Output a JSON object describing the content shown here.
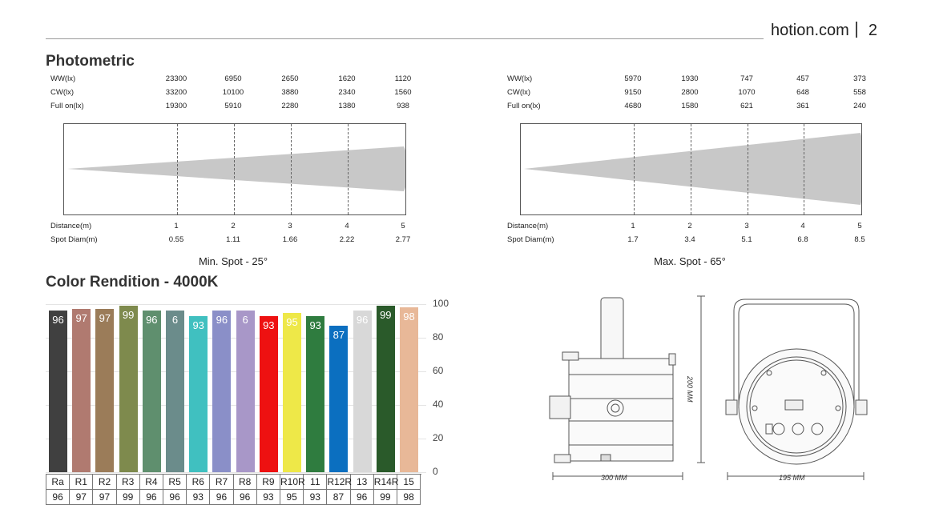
{
  "header": {
    "site": "hotion.com",
    "page_number": "2"
  },
  "photometric": {
    "title": "Photometric",
    "min_spot": {
      "rows": [
        {
          "label": "WW(lx)",
          "values": [
            "23300",
            "6950",
            "2650",
            "1620",
            "1120"
          ]
        },
        {
          "label": "CW(lx)",
          "values": [
            "33200",
            "10100",
            "3880",
            "2340",
            "1560"
          ]
        },
        {
          "label": "Full on(lx)",
          "values": [
            "19300",
            "5910",
            "2280",
            "1380",
            "938"
          ]
        }
      ],
      "distance_label": "Distance(m)",
      "distances": [
        "1",
        "2",
        "3",
        "4",
        "5"
      ],
      "spot_label": "Spot Diam(m)",
      "spot_diams": [
        "0.55",
        "1.11",
        "1.66",
        "2.22",
        "2.77"
      ],
      "caption": "Min. Spot - 25°"
    },
    "max_spot": {
      "rows": [
        {
          "label": "WW(lx)",
          "values": [
            "5970",
            "1930",
            "747",
            "457",
            "373"
          ]
        },
        {
          "label": "CW(lx)",
          "values": [
            "9150",
            "2800",
            "1070",
            "648",
            "558"
          ]
        },
        {
          "label": "Full on(lx)",
          "values": [
            "4680",
            "1580",
            "621",
            "361",
            "240"
          ]
        }
      ],
      "distance_label": "Distance(m)",
      "distances": [
        "1",
        "2",
        "3",
        "4",
        "5"
      ],
      "spot_label": "Spot Diam(m)",
      "spot_diams": [
        "1.7",
        "3.4",
        "5.1",
        "6.8",
        "8.5"
      ],
      "caption": "Max. Spot - 65°"
    }
  },
  "color_rendition": {
    "title": "Color Rendition - 4000K"
  },
  "chart_data": {
    "type": "bar",
    "categories": [
      "Ra",
      "R1",
      "R2",
      "R3",
      "R4",
      "R5",
      "R6",
      "R7",
      "R8",
      "R9",
      "R10R",
      "11",
      "R12R",
      "13",
      "R14R",
      "15"
    ],
    "values": [
      96,
      97,
      97,
      99,
      96,
      96,
      93,
      96,
      96,
      93,
      95,
      93,
      87,
      96,
      99,
      98
    ],
    "bar_labels": [
      "96",
      "97",
      "97",
      "99",
      "96",
      "6",
      "93",
      "96",
      "6",
      "93",
      "95",
      "93",
      "87",
      "96",
      "99",
      "98"
    ],
    "table_values": [
      "96",
      "97",
      "97",
      "99",
      "96",
      "96",
      "93",
      "96",
      "96",
      "93",
      "95",
      "93",
      "87",
      "96",
      "99",
      "98"
    ],
    "colors": [
      "#404040",
      "#b07a70",
      "#9b7c59",
      "#7e8a4d",
      "#5f8f6e",
      "#6b8c8b",
      "#40c0c0",
      "#8a8fc8",
      "#a897c8",
      "#ee1111",
      "#eee848",
      "#2f7c3f",
      "#0b6fc0",
      "#d8d8d8",
      "#2a5a2a",
      "#e8b898"
    ],
    "yticks": [
      "100",
      "80",
      "60",
      "40",
      "20",
      "0"
    ],
    "ylim": [
      0,
      100
    ],
    "grid": true
  },
  "drawing": {
    "width_side": "300 MM",
    "height_side": "200 MM",
    "width_front": "195 MM"
  }
}
